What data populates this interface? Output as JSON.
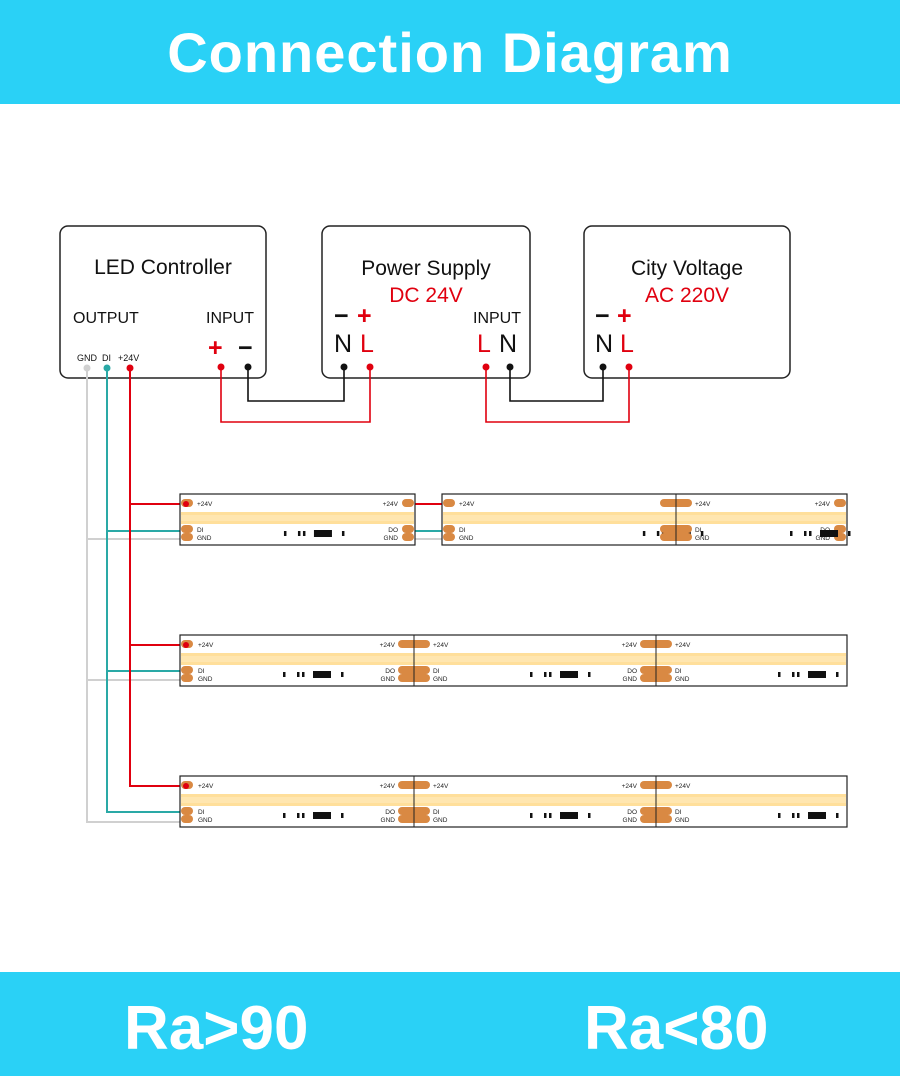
{
  "header": {
    "title": "Connection Diagram"
  },
  "controller": {
    "title": "LED Controller",
    "output_label": "OUTPUT",
    "input_label": "INPUT",
    "plus": "+",
    "minus": "−",
    "pins": [
      "GND",
      "DI",
      "+24V"
    ]
  },
  "power_supply": {
    "title": "Power Supply",
    "subtitle": "DC 24V",
    "minus": "−",
    "plus": "+",
    "n": "N",
    "l": "L",
    "input_label": "INPUT"
  },
  "city_voltage": {
    "title": "City Voltage",
    "subtitle": "AC 220V",
    "minus": "−",
    "plus": "+",
    "n": "N",
    "l": "L"
  },
  "strip_labels": {
    "v24": "+24V",
    "di": "DI",
    "do": "DO",
    "gnd": "GND"
  },
  "colors": {
    "banner": "#2ad1f6",
    "red_wire": "#e0000f",
    "teal_wire": "#2aa9a6",
    "gnd_wire": "#d0d0d0",
    "pad": "#d98943",
    "led_glow": "#ffd98a"
  },
  "footer": {
    "left": "Ra>90",
    "right": "Ra<80"
  }
}
